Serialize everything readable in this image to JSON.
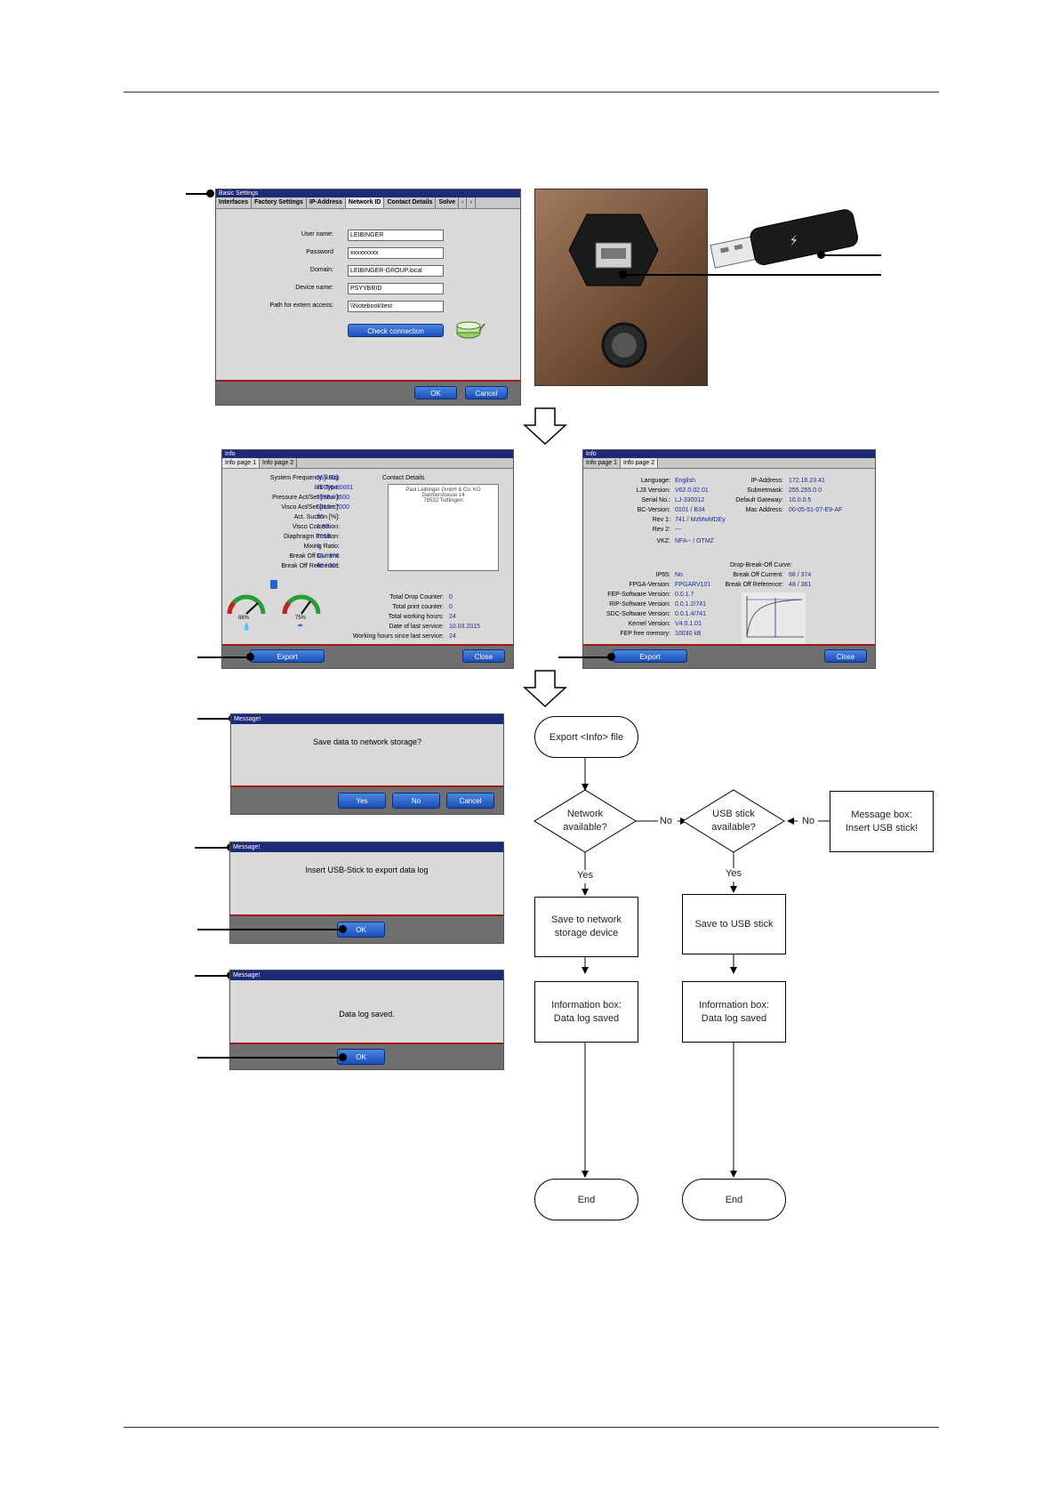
{
  "basic_settings": {
    "title": "Basic Settings",
    "tabs": [
      "Interfaces",
      "Factory Settings",
      "IP-Address",
      "Network ID",
      "Contact Details",
      "Solve"
    ],
    "fields": [
      {
        "label": "User name:",
        "value": "LEIBINGER"
      },
      {
        "label": "Password",
        "value": "xxxxxxxxx"
      },
      {
        "label": "Domain:",
        "value": "LEIBINGER-GROUP.local"
      },
      {
        "label": "Device name:",
        "value": "PSYYBRID"
      },
      {
        "label": "Path for extern access:",
        "value": "\\\\Notebook\\test"
      }
    ],
    "check_connection": "Check connection",
    "ok": "OK",
    "cancel": "Cancel"
  },
  "info1": {
    "title": "Info",
    "tabs": [
      "Info page 1",
      "Info page 2"
    ],
    "rows": [
      {
        "label": "System Frequency [kHz]:",
        "value": "96 / 60µ"
      },
      {
        "label": "Ink Type:",
        "value": "70000-00001"
      },
      {
        "label": "Pressure Act/Set [mbar]:",
        "value": "3598 / 3600"
      },
      {
        "label": "Visco Act/Set [msec]:",
        "value": "6312 / 7000"
      },
      {
        "label": "Act. Suction [%]:",
        "value": "30"
      },
      {
        "label": "Visco Correction:",
        "value": "1,03"
      },
      {
        "label": "Diaphragm Position:",
        "value": "1016"
      },
      {
        "label": "Mixing Ratio:",
        "value": "0"
      },
      {
        "label": "Break Off Current:",
        "value": "68 / 374"
      },
      {
        "label": "Break Off Reference:",
        "value": "48 / 361"
      }
    ],
    "contact_title": "Contact Details",
    "contact_lines": [
      "Paul Leibinger GmbH & Co. KG",
      "Daimlerstrasse 14",
      "78532 Tuttlingen"
    ],
    "gauge1": "88%",
    "gauge2": "75%",
    "counters": [
      {
        "label": "Total Drop Counter:",
        "value": "0"
      },
      {
        "label": "Total print counter:",
        "value": "0"
      },
      {
        "label": "Total working hours:",
        "value": "24"
      },
      {
        "label": "Date of last service:",
        "value": "10.03.2015"
      },
      {
        "label": "Working hours since last service:",
        "value": "24"
      }
    ],
    "export": "Export",
    "close": "Close"
  },
  "info2": {
    "title": "Info",
    "tabs": [
      "Info page 1",
      "Info page 2"
    ],
    "left_rows": [
      {
        "label": "Language:",
        "value": "English"
      },
      {
        "label": "LJ3 Version:",
        "value": "V62.0.02.01"
      },
      {
        "label": "Serial No.:",
        "value": "LJ-330012"
      },
      {
        "label": "BC-Version:",
        "value": "0101 / B34"
      },
      {
        "label": "Rev 1:",
        "value": "741 / MzMwMDEy"
      },
      {
        "label": "Rev 2:",
        "value": "---"
      },
      {
        "label": "VKZ:",
        "value": "NFA-- / OTMZ"
      }
    ],
    "right_rows": [
      {
        "label": "IP-Address:",
        "value": "172.16.23.41"
      },
      {
        "label": "Subnetmask:",
        "value": "255.255.0.0"
      },
      {
        "label": "Default Gateway:",
        "value": "10.0.0.5"
      },
      {
        "label": "Mac Address:",
        "value": "00-05-51-07-E9-AF"
      }
    ],
    "curve_title": "Drop-Break-Off Curve:",
    "curve_rows": [
      {
        "label": "Break Off Current:",
        "value": "68 / 374"
      },
      {
        "label": "Break Off Reference:",
        "value": "48 / 361"
      }
    ],
    "lower_rows": [
      {
        "label": "IP65:",
        "value": "No"
      },
      {
        "label": "FPGA-Version:",
        "value": "FPGARV101"
      },
      {
        "label": "FEP-Software Version:",
        "value": "0.0.1.7"
      },
      {
        "label": "RIP-Software Version:",
        "value": "0.0.1.2/741"
      },
      {
        "label": "SDC-Software Version:",
        "value": "0.0.1.4/741"
      },
      {
        "label": "Kernel Version:",
        "value": "V4.0.1.01"
      },
      {
        "label": "FEP free memory:",
        "value": "10030 kB"
      }
    ],
    "export": "Export",
    "close": "Close"
  },
  "msg1": {
    "title": "Message!",
    "text": "Save data to network storage?",
    "yes": "Yes",
    "no": "No",
    "cancel": "Cancel"
  },
  "msg2": {
    "title": "Message!",
    "text": "Insert USB-Stick to export data log",
    "ok": "OK"
  },
  "msg3": {
    "title": "Message!",
    "text": "Data log saved.",
    "ok": "OK"
  },
  "flow": {
    "start": "Export <Info> file",
    "network_q": [
      "Network",
      "available?"
    ],
    "usb_q": [
      "USB stick",
      "available?"
    ],
    "msg_box": [
      "Message box:",
      "Insert USB stick!"
    ],
    "yes": "Yes",
    "no": "No",
    "save_network": [
      "Save to network",
      "storage device"
    ],
    "save_usb": "Save to USB stick",
    "info_box": [
      "Information box:",
      "Data log saved"
    ],
    "end": "End"
  }
}
